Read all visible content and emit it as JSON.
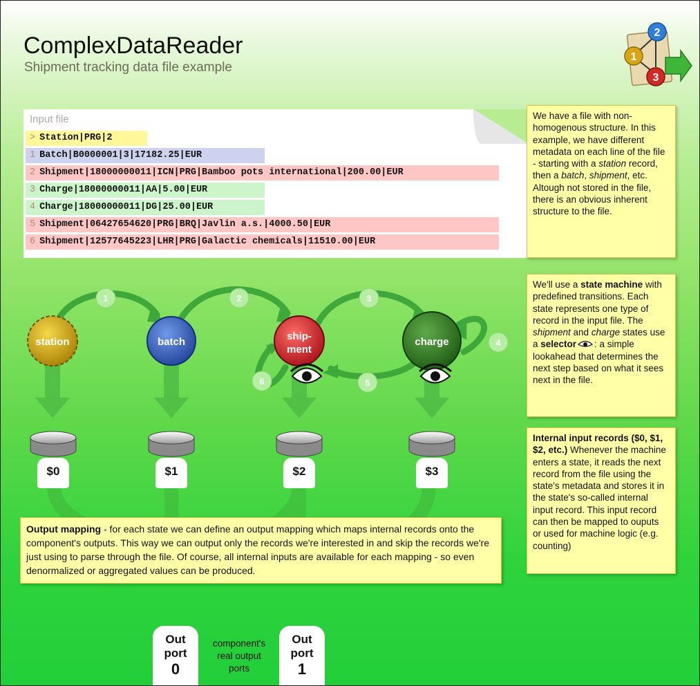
{
  "header": {
    "title": "ComplexDataReader",
    "subtitle": "Shipment tracking data file example"
  },
  "input_file": {
    "heading": "Input file",
    "lines": [
      {
        "num": ">",
        "text": "Station|PRG|2",
        "color": "#fff79a"
      },
      {
        "num": "1",
        "text": "Batch|B0000001|3|17182.25|EUR",
        "color": "#cdd3ee"
      },
      {
        "num": "2",
        "text": "Shipment|18000000011|ICN|PRG|Bamboo pots international|200.00|EUR",
        "color": "#ffc6c6"
      },
      {
        "num": "3",
        "text": "Charge|18000000011|AA|5.00|EUR",
        "color": "#cdf5cb"
      },
      {
        "num": "4",
        "text": "Charge|18000000011|DG|25.00|EUR",
        "color": "#cdf5cb"
      },
      {
        "num": "5",
        "text": "Shipment|06427654620|PRG|BRQ|Javlin a.s.|4000.50|EUR",
        "color": "#ffc6c6"
      },
      {
        "num": "6",
        "text": "Shipment|12577645223|LHR|PRG|Galactic chemicals|11510.00|EUR",
        "color": "#ffc6c6"
      }
    ]
  },
  "states": {
    "station": "station",
    "batch": "batch",
    "shipment_line1": "ship-",
    "shipment_line2": "ment",
    "charge": "charge"
  },
  "transitions": [
    "1",
    "2",
    "3",
    "4",
    "5",
    "6"
  ],
  "records": [
    "$0",
    "$1",
    "$2",
    "$3"
  ],
  "notes": {
    "structure": {
      "p1": "We have a file with non-homogenous structure. In this example, we have different metadata on each line of the file - starting with a ",
      "em1": "station",
      "p2": " record, then a ",
      "em2": "batch",
      "p3": ", ",
      "em3": "shipment",
      "p4": ", etc. Altough not stored in the file, there is an obvious inherent structure to the file."
    },
    "state_machine": {
      "p1": "We'll use a ",
      "b1": "state machine",
      "p2": " with predefined transitions. Each state represents one type of record in the input file. The ",
      "em1": "shipment",
      "p3": " and ",
      "em2": "charge",
      "p4": " states use a ",
      "b2": "selector",
      "p5": ": a simple lookahead that determines the next step based on what it sees next in the file."
    },
    "internal": {
      "b1": "Internal input records ($0, $1, $2, etc.)",
      "p1": " Whenever the machine enters a state, it reads the next record from the file using the state's metadata and stores it in the state's so-called internal input record. This input record can then be mapped to ouputs or used for machine logic (e.g. counting)"
    },
    "mapping": {
      "b1": "Output mapping",
      "p1": " - for each state we can define an output mapping which maps internal records onto the component's outputs. This way we can output only the records we're interested in and skip the records we're just using to parse through the file. Of course, all internal inputs are available for each mapping - so even denormalized or aggregated values can be produced."
    }
  },
  "output_ports": [
    {
      "line1": "Out",
      "line2": "port",
      "num": "0"
    },
    {
      "line1": "Out",
      "line2": "port",
      "num": "1"
    }
  ],
  "ports_caption": {
    "l1": "component's",
    "l2": "real output",
    "l3": "ports"
  },
  "colors": {
    "station": "#d4a80e",
    "batch": "#3a63b8",
    "shipment": "#d0262a",
    "charge": "#2e7a22",
    "arrow": "#3fae3a",
    "note_bg": "#ffffa8"
  }
}
